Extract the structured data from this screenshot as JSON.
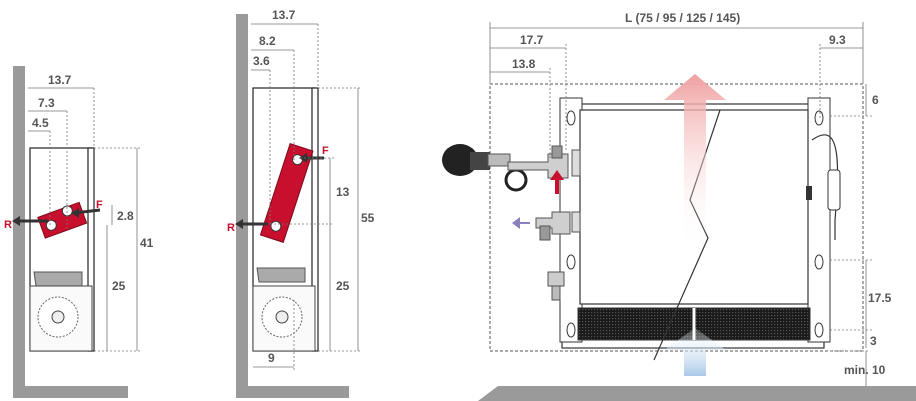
{
  "colors": {
    "wall": "#9a9a9a",
    "heat_exchanger": "#c8102e",
    "label_red": "#c8102e",
    "warm_air": "#f0a0a0",
    "cool_air": "#a9c8e8",
    "dimension_text": "#555555"
  },
  "view1": {
    "dims": [
      "13.7",
      "7.3",
      "4.5",
      "2.8",
      "41",
      "25"
    ],
    "return_label": "R",
    "flow_label": "F"
  },
  "view2": {
    "dims": [
      "13.7",
      "8.2",
      "3.6",
      "13",
      "55",
      "25",
      "9"
    ],
    "return_label": "R",
    "flow_label": "F"
  },
  "front": {
    "length_label": "L (75 / 95 / 125 / 145)",
    "dims": [
      "17.7",
      "13.8",
      "9.3",
      "6",
      "17.5",
      "3",
      "min. 10"
    ]
  }
}
